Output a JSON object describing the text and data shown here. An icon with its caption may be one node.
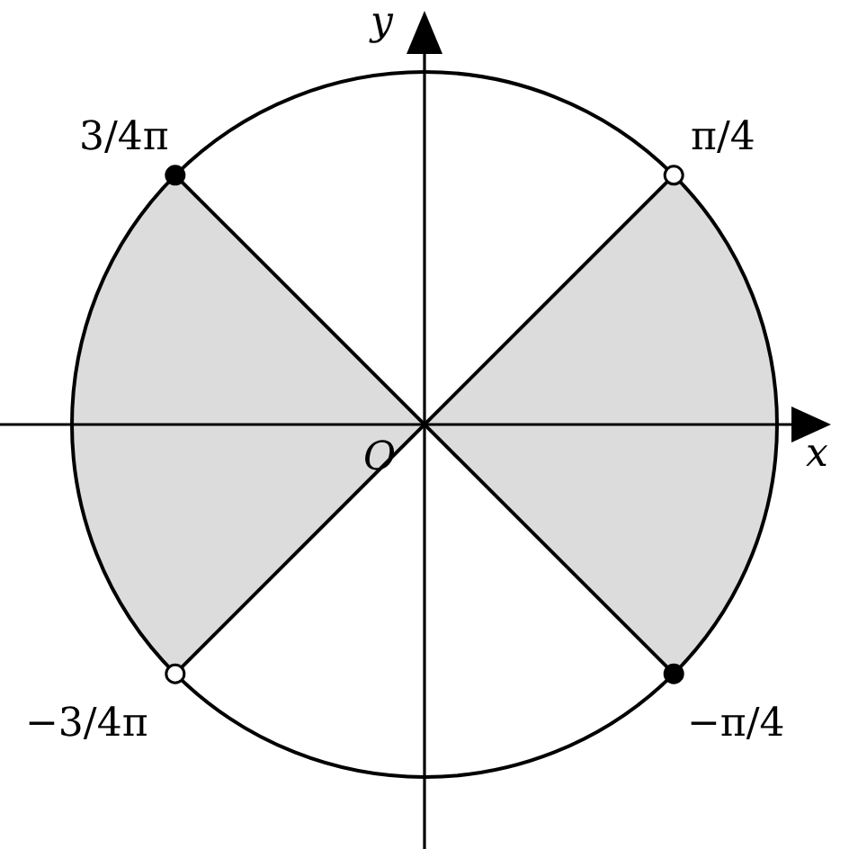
{
  "diagram": {
    "labels": [
      "y",
      "3/4π",
      "π/4",
      "x",
      "O",
      "−3/4π",
      "−π/4"
    ]
  }
}
